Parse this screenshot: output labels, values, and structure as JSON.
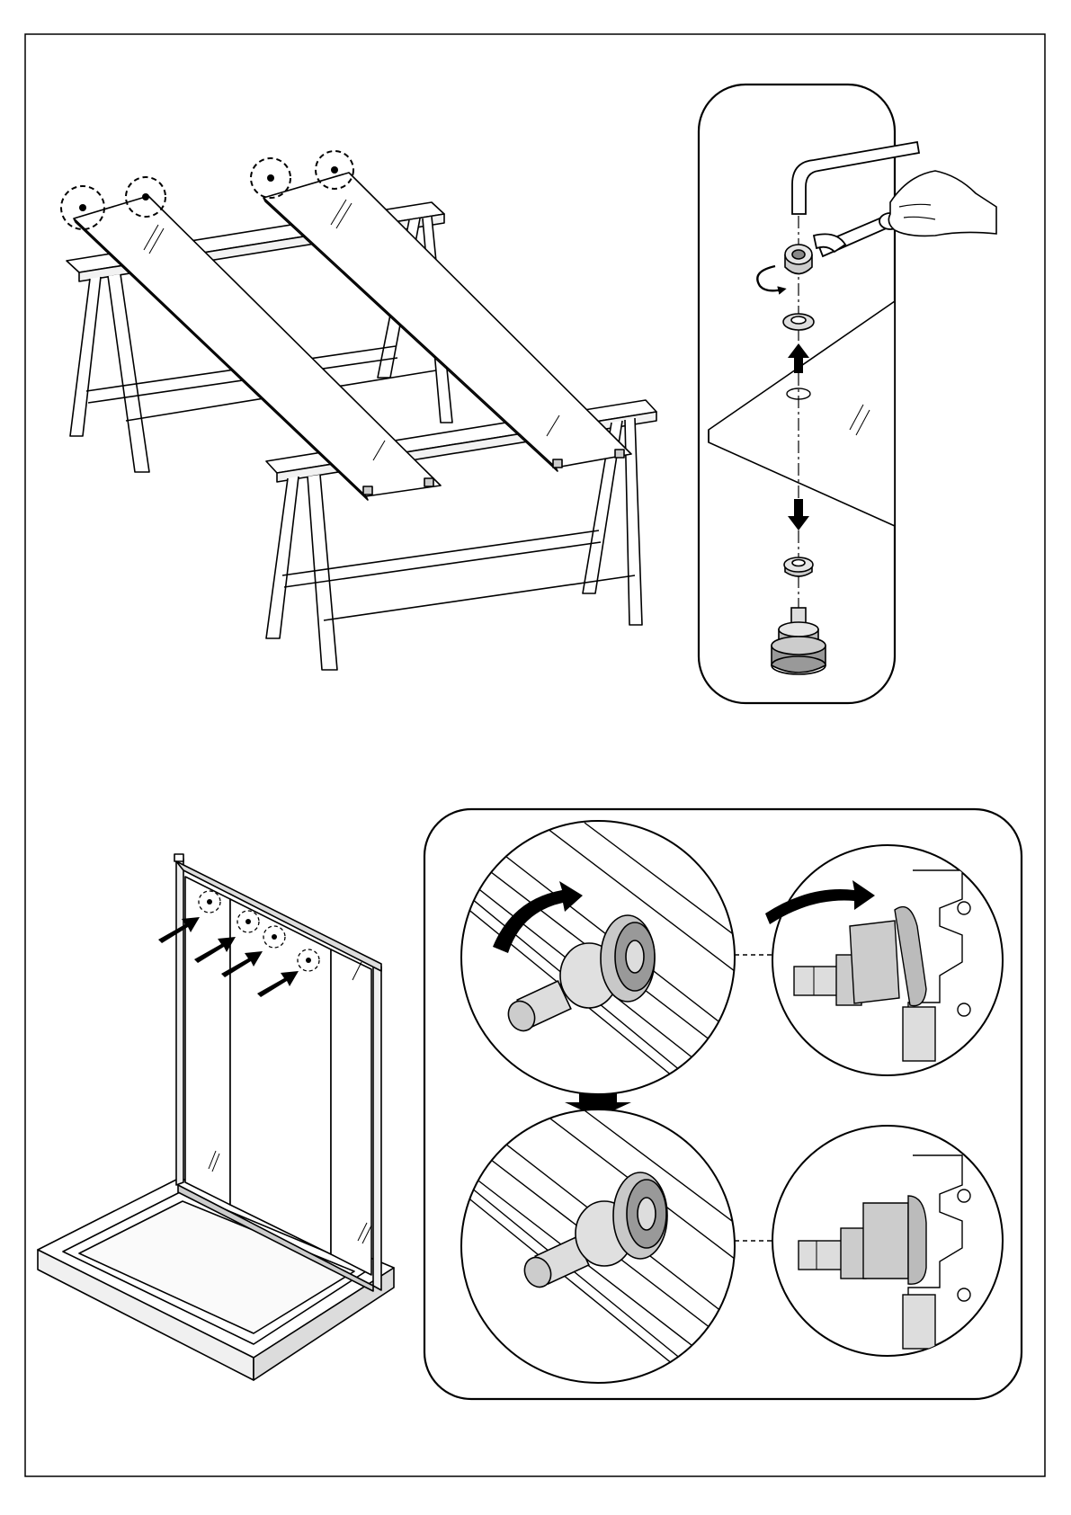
{
  "document": {
    "type": "assembly-instruction-sheet",
    "text_content": []
  },
  "steps": [
    {
      "id": "sawhorse-setup",
      "parts": [
        "sawhorse",
        "sawhorse",
        "glass-door-panel",
        "glass-door-panel"
      ],
      "highlight_count": 4
    },
    {
      "id": "roller-assembly",
      "parts": [
        "allen-key",
        "open-end-wrench",
        "hex-nut",
        "washer",
        "glass-panel",
        "spacer",
        "roller-wheel"
      ],
      "rotation": "counter-clockwise"
    },
    {
      "id": "enclosure-overview",
      "parts": [
        "shower-tray",
        "frame",
        "fixed-glass-panel",
        "sliding-glass-door"
      ],
      "arrow_count": 4,
      "highlight_count": 4
    },
    {
      "id": "roller-engagement",
      "views": [
        "roller-before-3d",
        "roller-before-section",
        "roller-after-3d",
        "roller-after-section"
      ],
      "rotation_arrows": 2,
      "transition_arrow": "down"
    }
  ],
  "colors": {
    "line": "#000000",
    "paper": "#ffffff",
    "metal_light": "#e6e6e6",
    "metal_mid": "#c8c8c8",
    "metal_dark": "#a0a0a0"
  }
}
